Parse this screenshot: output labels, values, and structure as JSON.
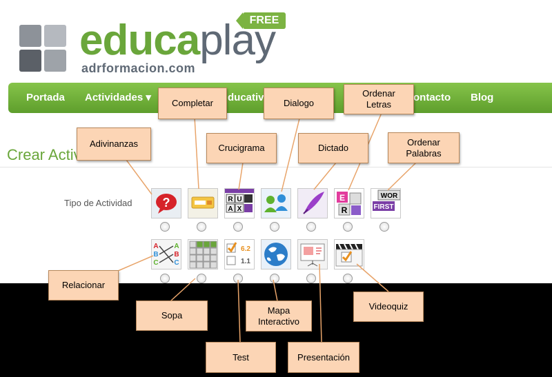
{
  "brand": {
    "name_part1": "educa",
    "name_part2": "play",
    "sub": "adrformacion.com",
    "badge": "FREE",
    "colors": {
      "green": "#6aa63b",
      "gray": "#5f6975",
      "grid_dark": "#5b6067",
      "grid_light": "#a8adb3"
    }
  },
  "nav": {
    "items": [
      "Portada",
      "Actividades ▾",
      "ducativo",
      "ontacto",
      "Blog"
    ]
  },
  "page": {
    "heading": "Crear Activ",
    "tipo_label": "Tipo de Actividad"
  },
  "activities_row1": [
    "Adivinanzas",
    "Completar",
    "Crucigrama",
    "Dialogo",
    "Dictado",
    "Ordenar Letras",
    "Ordenar Palabras"
  ],
  "activities_row2": [
    "Relacionar",
    "Sopa",
    "Test",
    "Mapa Interactivo",
    "Presentación",
    "Videoquiz"
  ],
  "callouts": {
    "adivinanzas": "Adivinanzas",
    "completar": "Completar",
    "crucigrama": "Crucigrama",
    "dialogo": "Dialogo",
    "ordenar_letras": "Ordenar\nLetras",
    "dictado": "Dictado",
    "ordenar_palabras": "Ordenar\nPalabras",
    "relacionar": "Relacionar",
    "sopa": "Sopa",
    "test": "Test",
    "mapa": "Mapa\nInteractivo",
    "presentacion": "Presentación",
    "videoquiz": "Videoquiz"
  },
  "icon_text": {
    "crossword": [
      "R",
      "U",
      "A",
      "X"
    ],
    "letters": [
      "E",
      "R"
    ],
    "words": [
      "WOR",
      "FIRST"
    ],
    "relate": [
      "A",
      "B",
      "C",
      "A",
      "B",
      "C"
    ],
    "test_num": [
      "6.2",
      "1.1"
    ]
  }
}
